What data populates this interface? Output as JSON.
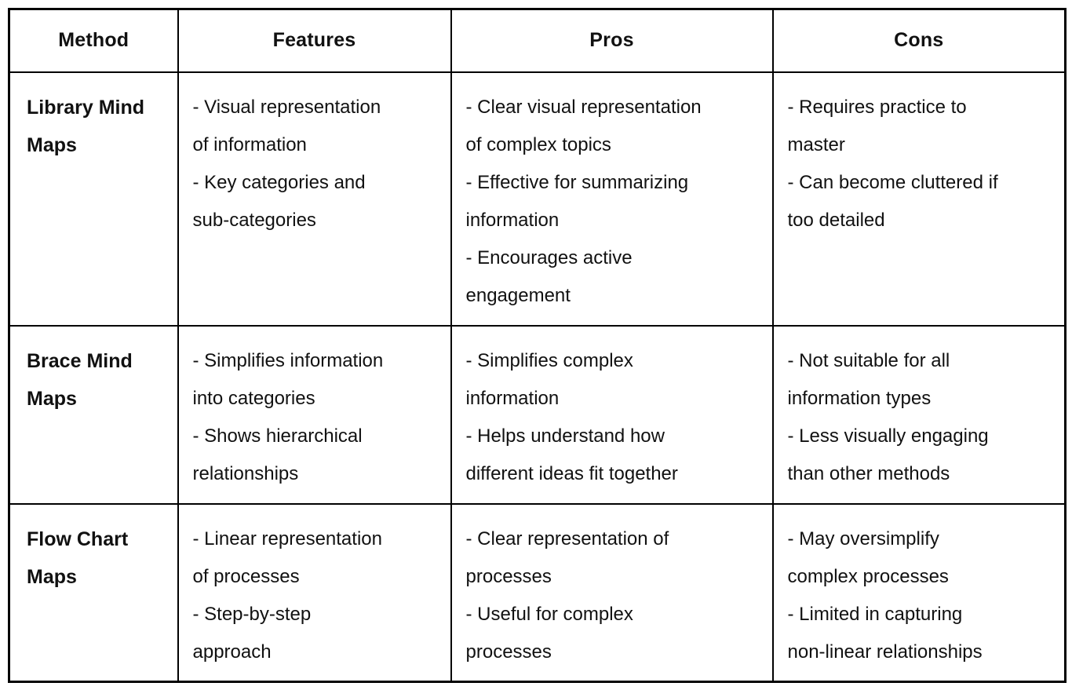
{
  "colors": {
    "background": "#ffffff",
    "border": "#000000",
    "text": "#111111"
  },
  "table": {
    "headers": [
      "Method",
      "Features",
      "Pros",
      "Cons"
    ],
    "rows": [
      {
        "method": "Library Mind Maps",
        "features": [
          "- Visual representation\nof information",
          "- Key categories and\nsub-categories"
        ],
        "pros": [
          "- Clear visual representation\nof complex topics",
          "- Effective for summarizing\ninformation",
          "- Encourages active\nengagement"
        ],
        "cons": [
          "- Requires practice to\nmaster",
          "- Can become cluttered if\ntoo detailed"
        ]
      },
      {
        "method": "Brace Mind Maps",
        "features": [
          "- Simplifies information\ninto categories",
          "- Shows hierarchical\nrelationships"
        ],
        "pros": [
          "- Simplifies complex\ninformation",
          "- Helps understand how\ndifferent ideas fit together"
        ],
        "cons": [
          "- Not suitable for all\ninformation types",
          "- Less visually engaging\nthan other methods"
        ]
      },
      {
        "method": "Flow Chart Maps",
        "features": [
          "- Linear representation\nof processes",
          "- Step-by-step\napproach"
        ],
        "pros": [
          "- Clear representation of\nprocesses",
          "- Useful for complex\nprocesses"
        ],
        "cons": [
          "- May oversimplify\ncomplex processes",
          "- Limited in capturing\nnon-linear relationships"
        ]
      }
    ]
  }
}
